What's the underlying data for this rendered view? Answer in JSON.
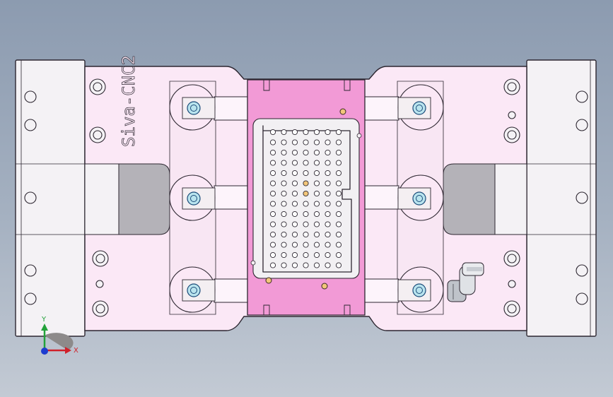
{
  "model": {
    "engraving": "Siva-CNC2",
    "colors": {
      "background_top": "#8c9bb0",
      "background_bottom": "#c3cad4",
      "plate": "#f4f2f5",
      "frame": "#fbe8f6",
      "core_insert": "#f29ad6",
      "inner_block": "#f2f0f3",
      "clamp_pad": "#b9e4ee",
      "outline": "#2c2630"
    }
  },
  "triad": {
    "x_label": "X",
    "y_label": "Y",
    "x_color": "#d0202a",
    "y_color": "#22a23a",
    "z_color": "#1e3ccf"
  }
}
